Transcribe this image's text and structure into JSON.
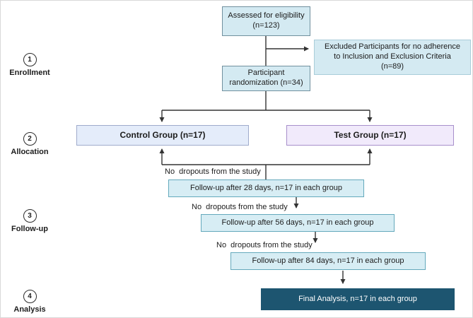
{
  "sidebar_steps": [
    {
      "number": "1",
      "label": "Enrollment"
    },
    {
      "number": "2",
      "label": "Allocation"
    },
    {
      "number": "3",
      "label": "Follow-up"
    },
    {
      "number": "4",
      "label": "Analysis"
    }
  ],
  "boxes": {
    "assessed": "Assessed for eligibility (n=123)",
    "excluded": "Excluded Participants for no adherence to Inclusion and Exclusion Criteria (n=89)",
    "randomization": "Participant randomization (n=34)",
    "control": "Control Group (n=17)",
    "test": "Test Group (n=17)",
    "followup28": "Follow-up after 28 days, n=17 in each group",
    "followup56": "Follow-up after 56 days, n=17 in each group",
    "followup84": "Follow-up after 84 days, n=17 in each group",
    "final": "Final Analysis, n=17 in each group"
  },
  "annotations": {
    "no_dropouts_1": "No  dropouts from the study",
    "no_dropouts_2": "No  dropouts from the study",
    "no_dropouts_3": "No  dropouts from the study"
  },
  "colors": {
    "light_blue_fill": "#d4eaf2",
    "followup_border": "#64a9bc",
    "control_fill": "#e4ecfa",
    "control_border": "#9fabcc",
    "test_fill": "#f1eafb",
    "test_border": "#a78fcb",
    "final_fill": "#1d5570",
    "line_color": "#333333"
  }
}
